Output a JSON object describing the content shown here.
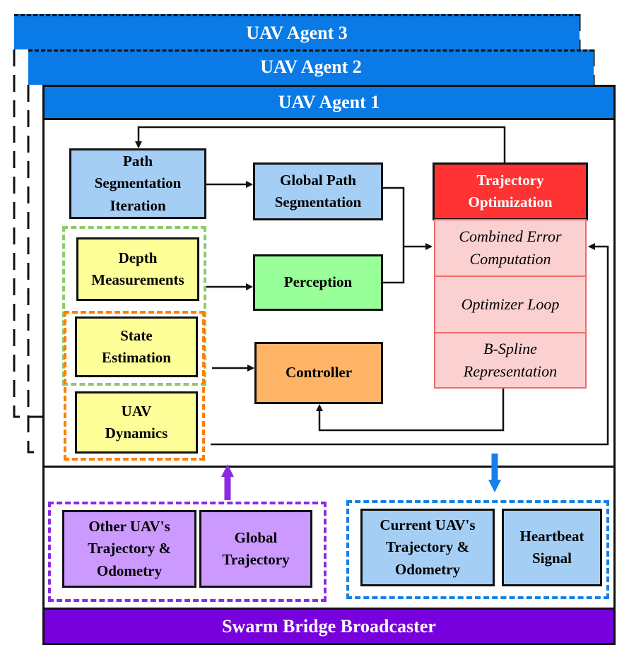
{
  "agents": {
    "agent3": "UAV Agent 3",
    "agent2": "UAV Agent 2",
    "agent1": "UAV Agent 1"
  },
  "blocks": {
    "path_segmentation_iteration": "Path\nSegmentation\nIteration",
    "global_path_segmentation": "Global Path\nSegmentation",
    "depth_measurements": "Depth\nMeasurements",
    "perception": "Perception",
    "state_estimation": "State\nEstimation",
    "controller": "Controller",
    "uav_dynamics": "UAV\nDynamics",
    "trajectory_optimization": "Trajectory\nOptimization",
    "combined_error_computation": "Combined Error\nComputation",
    "optimizer_loop": "Optimizer Loop",
    "bspline_representation": "B-Spline\nRepresentation",
    "other_uav_trajectory": "Other UAV's\nTrajectory &\nOdometry",
    "global_trajectory": "Global\nTrajectory",
    "current_uav_trajectory": "Current UAV's\nTrajectory &\nOdometry",
    "heartbeat_signal": "Heartbeat\nSignal"
  },
  "footer": "Swarm Bridge Broadcaster",
  "colors": {
    "agent_header": "#0a7ae6",
    "light_blue": "#a5cef5",
    "yellow": "#ffff99",
    "green": "#99ff99",
    "orange": "#ffb366",
    "trajectory_red": "#ff3333",
    "optimizer_pink": "#fbd0d0",
    "purple_block": "#cc99ff",
    "broadcaster_purple": "#7700dd",
    "dash_green": "#8ec96a",
    "dash_orange": "#ff8000",
    "dash_purple": "#8a2be2",
    "dash_blue": "#1580e6"
  }
}
